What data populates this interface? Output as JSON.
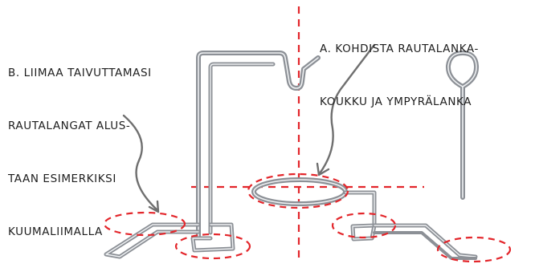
{
  "labels": {
    "b": {
      "lines": [
        "B. LIIMAA TAIVUTTAMASI",
        "RAUTALANGAT ALUS-",
        "TAAN ESIMERKIKSI",
        "KUUMALIIMALLA"
      ]
    },
    "a": {
      "lines": [
        "A. KOHDISTA RAUTALANKA-",
        "KOUKKU JA YMPYRÄLANKA"
      ]
    }
  },
  "colors": {
    "wire": "#8c9096",
    "wire_highlight": "#eef0f2",
    "guide_dashes": "#e3262b",
    "arrow": "#6f6f6f",
    "text": "#1e1e1e"
  }
}
